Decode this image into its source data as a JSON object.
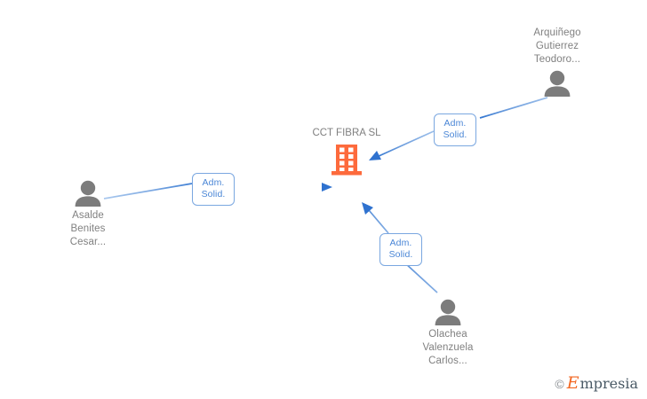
{
  "graph": {
    "company": {
      "name": "CCT FIBRA\nSL",
      "icon": "building-icon",
      "color": "#fd6a3c"
    },
    "persons": [
      {
        "name": "Arquiñego\nGutierrez\nTeodoro...",
        "icon": "person-icon",
        "color": "#7c7c7c"
      },
      {
        "name": "Asalde\nBenites\nCesar...",
        "icon": "person-icon",
        "color": "#7c7c7c"
      },
      {
        "name": "Olachea\nValenzuela\nCarlos...",
        "icon": "person-icon",
        "color": "#7c7c7c"
      }
    ],
    "relations": [
      {
        "line1": "Adm.",
        "line2": "Solid.",
        "from": "Asalde Benites Cesar...",
        "to": "CCT FIBRA SL"
      },
      {
        "line1": "Adm.",
        "line2": "Solid.",
        "from": "Arquiñego Gutierrez Teodoro...",
        "to": "CCT FIBRA SL"
      },
      {
        "line1": "Adm.",
        "line2": "Solid.",
        "from": "Olachea Valenzuela Carlos...",
        "to": "CCT FIBRA SL"
      }
    ],
    "edge_color": "#4a86d6",
    "label_border_color": "#7aa7e0"
  },
  "watermark": {
    "copyright": "©",
    "brand_initial": "E",
    "brand_rest": "mpresia"
  }
}
